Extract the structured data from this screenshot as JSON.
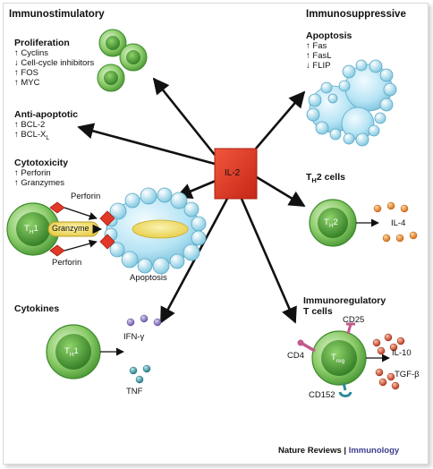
{
  "headings": {
    "immunostimulatory": "Immunostimulatory",
    "immunosuppressive": "Immunosuppressive"
  },
  "center": {
    "label": "IL-2"
  },
  "proliferation": {
    "title": "Proliferation",
    "items": [
      "↑ Cyclins",
      "↓ Cell-cycle inhibitors",
      "↑ FOS",
      "↑ MYC"
    ]
  },
  "anti_apoptotic": {
    "title": "Anti-apoptotic",
    "items": [
      "↑ BCL-2",
      "↑ BCL-X"
    ],
    "subscript": "L"
  },
  "cytotoxicity": {
    "title": "Cytotoxicity",
    "items": [
      "↑ Perforin",
      "↑ Granzymes"
    ],
    "perforin_top": "Perforin",
    "perforin_bottom": "Perforin",
    "granzyme": "Granzyme",
    "cell": "T",
    "cell_sub": "H",
    "cell_suffix": "1",
    "apoptosis": "Apoptosis"
  },
  "apoptosis_right": {
    "title": "Apoptosis",
    "items": [
      "↑ Fas",
      "↑ FasL",
      "↓ FLIP"
    ]
  },
  "th2": {
    "title": "T",
    "title_sub": "H",
    "title_suffix": "2 cells",
    "cell": "T",
    "cell_sub": "H",
    "cell_suffix": "2",
    "il4": "IL-4"
  },
  "cytokines": {
    "title": "Cytokines",
    "cell": "T",
    "cell_sub": "H",
    "cell_suffix": "1",
    "ifn": "IFN-γ",
    "tnf": "TNF"
  },
  "treg": {
    "title_line1": "Immunoregulatory",
    "title_line2": "T cells",
    "cd25": "CD25",
    "cd4": "CD4",
    "cd152": "CD152",
    "cell": "T",
    "cell_sub": "reg",
    "il10": "IL-10",
    "tgf": "TGF-β"
  },
  "footer": {
    "journal": "Nature Reviews",
    "separator": " | ",
    "section": "Immunology"
  },
  "colors": {
    "center_box": "#e53a24",
    "t_cell": "#6fbf4a",
    "target_cell": "#a9dff0",
    "granzyme": "#f1e27a",
    "perforin": "#e2382a",
    "il4": "#e8892b",
    "ifn": "#8a78c1",
    "tnf": "#3a9aa8",
    "il10": "#d9553a"
  }
}
